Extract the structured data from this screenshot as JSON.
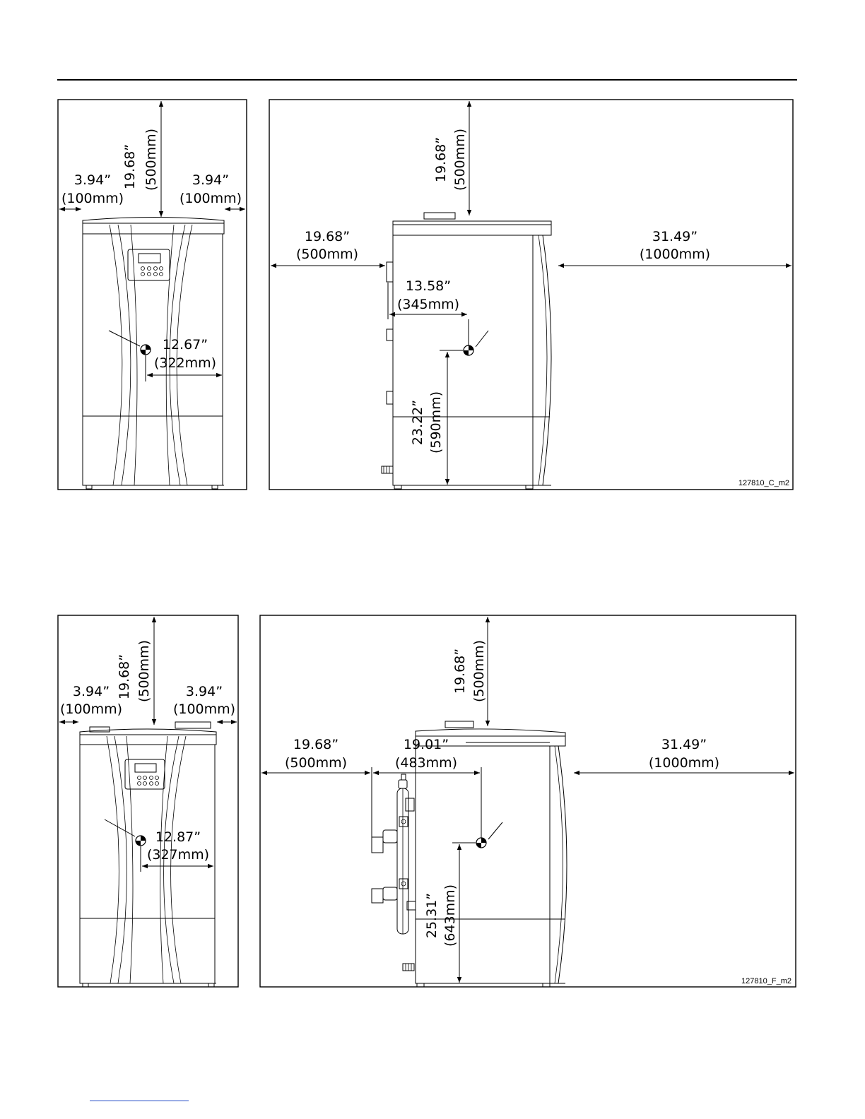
{
  "figure_top": {
    "front": {
      "top_clear": "19.68”",
      "top_clear_mm": "(500mm)",
      "left_clear": "3.94”",
      "left_clear_mm": "(100mm)",
      "right_clear": "3.94”",
      "right_clear_mm": "(100mm)",
      "cg_side": "12.67”",
      "cg_side_mm": "(322mm)"
    },
    "side": {
      "top_clear": "19.68”",
      "top_clear_mm": "(500mm)",
      "rear_clear": "19.68”",
      "rear_clear_mm": "(500mm)",
      "front_clear": "31.49”",
      "front_clear_mm": "(1000mm)",
      "cg_depth": "13.58”",
      "cg_depth_mm": "(345mm)",
      "cg_height": "23.22”",
      "cg_height_mm": "(590mm)",
      "code": "127810_C_m2"
    }
  },
  "figure_bottom": {
    "front": {
      "top_clear": "19.68”",
      "top_clear_mm": "(500mm)",
      "left_clear": "3.94”",
      "left_clear_mm": "(100mm)",
      "right_clear": "3.94”",
      "right_clear_mm": "(100mm)",
      "cg_side": "12.87”",
      "cg_side_mm": "(327mm)"
    },
    "side": {
      "top_clear": "19.68”",
      "top_clear_mm": "(500mm)",
      "rear_clear": "19.68”",
      "rear_clear_mm": "(500mm)",
      "front_clear": "31.49”",
      "front_clear_mm": "(1000mm)",
      "cg_depth": "19.01”",
      "cg_depth_mm": "(483mm)",
      "cg_height": "25.31”",
      "cg_height_mm": "(643mm)",
      "code": "127810_F_m2"
    }
  },
  "colors": {
    "line": "#000000",
    "paper": "#ffffff"
  }
}
